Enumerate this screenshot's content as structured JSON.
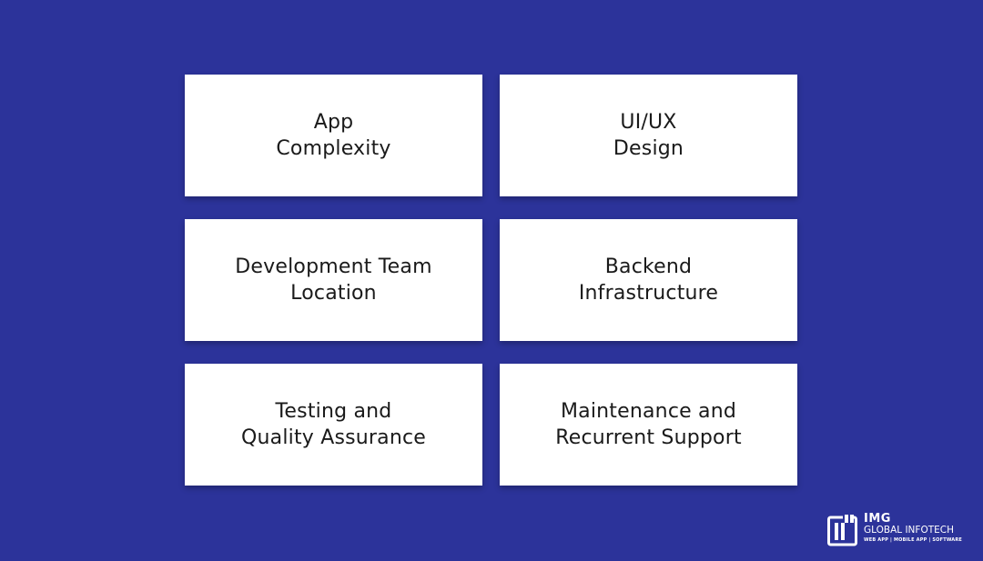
{
  "theme": {
    "background": "#2c339a",
    "card_background": "#ffffff",
    "text_color": "#1a1a1a"
  },
  "cards": [
    {
      "line1": "App",
      "line2": "Complexity"
    },
    {
      "line1": "UI/UX",
      "line2": "Design"
    },
    {
      "line1": "Development Team",
      "line2": "Location"
    },
    {
      "line1": "Backend",
      "line2": "Infrastructure"
    },
    {
      "line1": "Testing and",
      "line2": "Quality Assurance"
    },
    {
      "line1": "Maintenance and",
      "line2": "Recurrent Support"
    }
  ],
  "logo": {
    "brand": "IMG",
    "name": "GLOBAL INFOTECH",
    "tagline": "WEB APP | MOBILE APP | SOFTWARE",
    "icon": "img-global-infotech-logo-icon"
  }
}
